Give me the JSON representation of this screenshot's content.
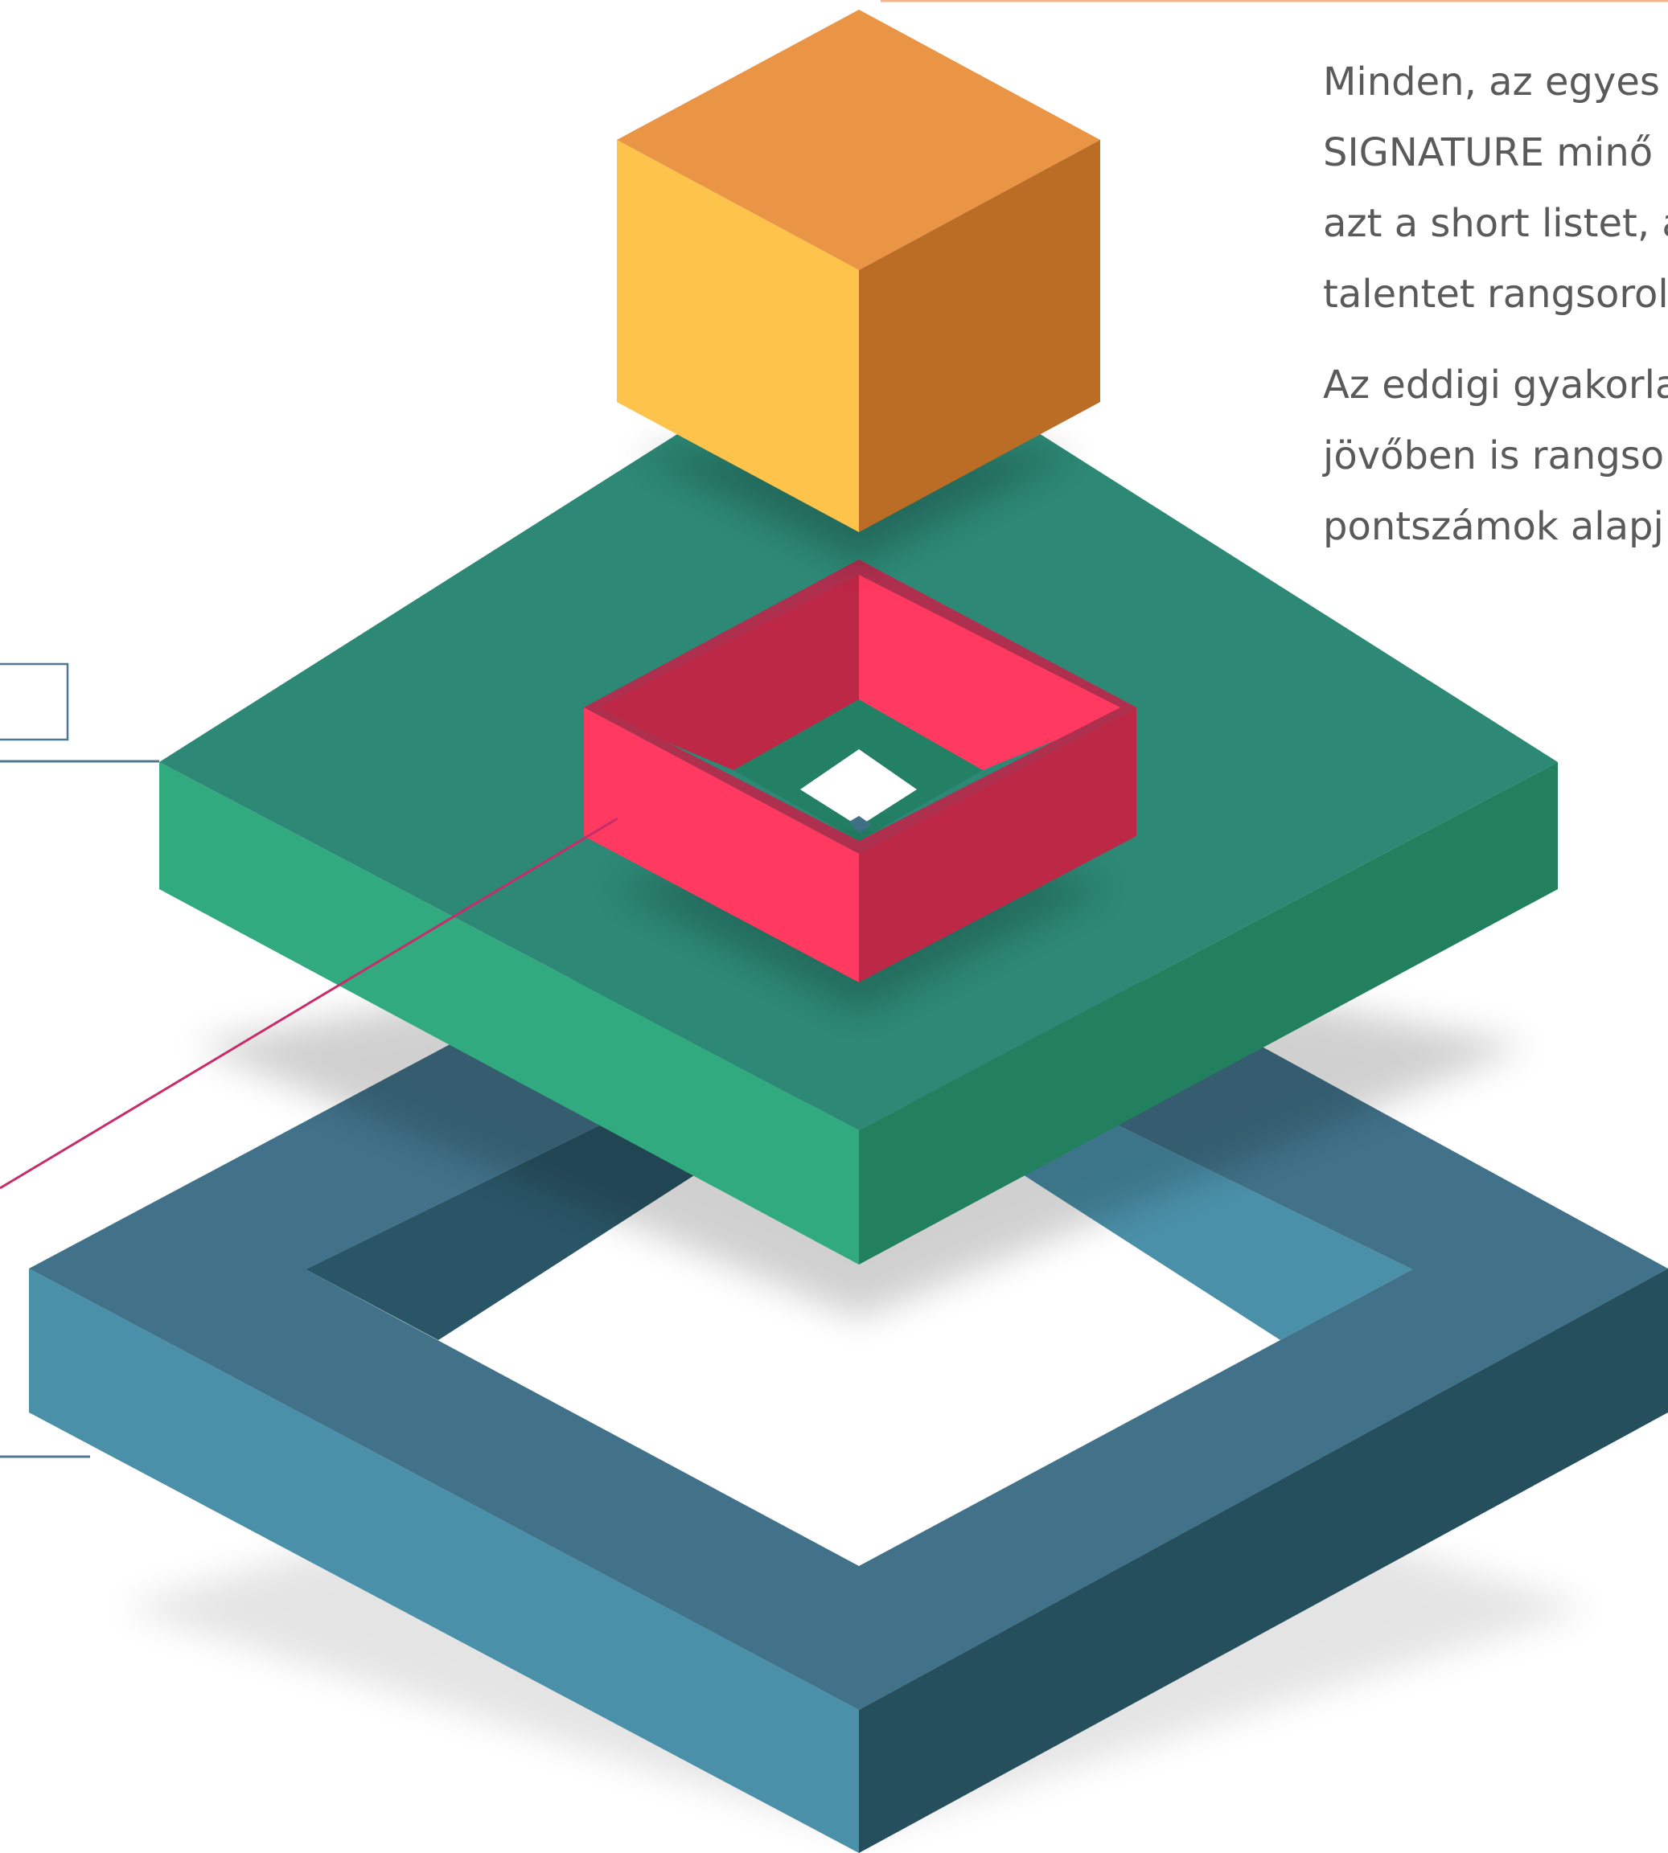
{
  "paragraphs": [
    {
      "lines": [
        "Minden, az egyes",
        "SIGNATURE minő",
        "azt a short listet, a",
        "talentet rangsorol"
      ]
    },
    {
      "lines": [
        "Az eddigi gyakorla",
        "jövőben is rangso",
        "pontszámok alapj"
      ]
    }
  ],
  "colors": {
    "cube_top": "#E99545",
    "cube_left": "#FDC34A",
    "cube_right": "#BB6D26",
    "green_top": "#2D8875",
    "green_left": "#31AA7F",
    "green_right": "#23805F",
    "red_front": "#FF395F",
    "red_back": "#BC2845",
    "red_rim": "#AF2F4F",
    "blue_top": "#417289",
    "blue_light": "#4A90A8",
    "blue_dark": "#264F5E",
    "blue_inner_shadow": "#2A5566",
    "orange_rule": "#F5B38A",
    "connector_blue": "#4E7891",
    "connector_magenta": "#C82D6A",
    "text": "#5a5a5a"
  }
}
